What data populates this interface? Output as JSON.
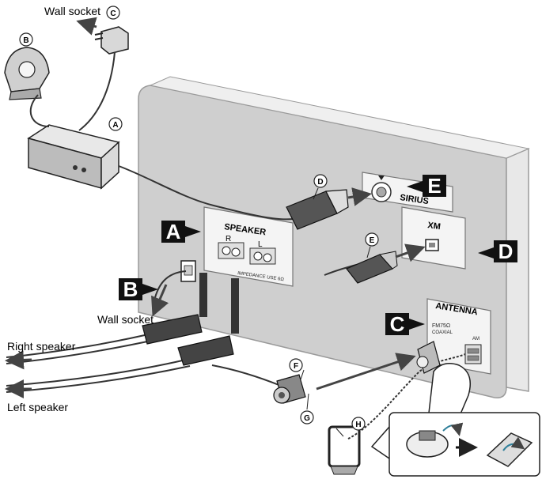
{
  "labels": {
    "wall_socket_top": "Wall socket",
    "wall_socket_bottom": "Wall socket",
    "right_speaker": "Right speaker",
    "left_speaker": "Left speaker"
  },
  "panel": {
    "speaker": "SPEAKER",
    "speaker_r": "R",
    "speaker_l": "L",
    "speaker_impedance": "IMPEDANCE USE 6Ω",
    "sirius": "SIRIUS",
    "xm": "XM",
    "antenna": "ANTENNA",
    "fm": "FM75Ω",
    "coaxial": "COAXIAL",
    "am": "AM"
  },
  "callouts": {
    "a": "A",
    "b": "B",
    "c": "C",
    "d": "D",
    "e": "E",
    "f": "F",
    "g": "G",
    "h": "H"
  },
  "markers": {
    "a": "A",
    "b": "B",
    "c": "C",
    "d": "D",
    "e": "E"
  },
  "colors": {
    "panel": "#c8c8c8",
    "panel_edge": "#a8a8a8",
    "marker_bg": "#111111",
    "line": "#222222"
  }
}
